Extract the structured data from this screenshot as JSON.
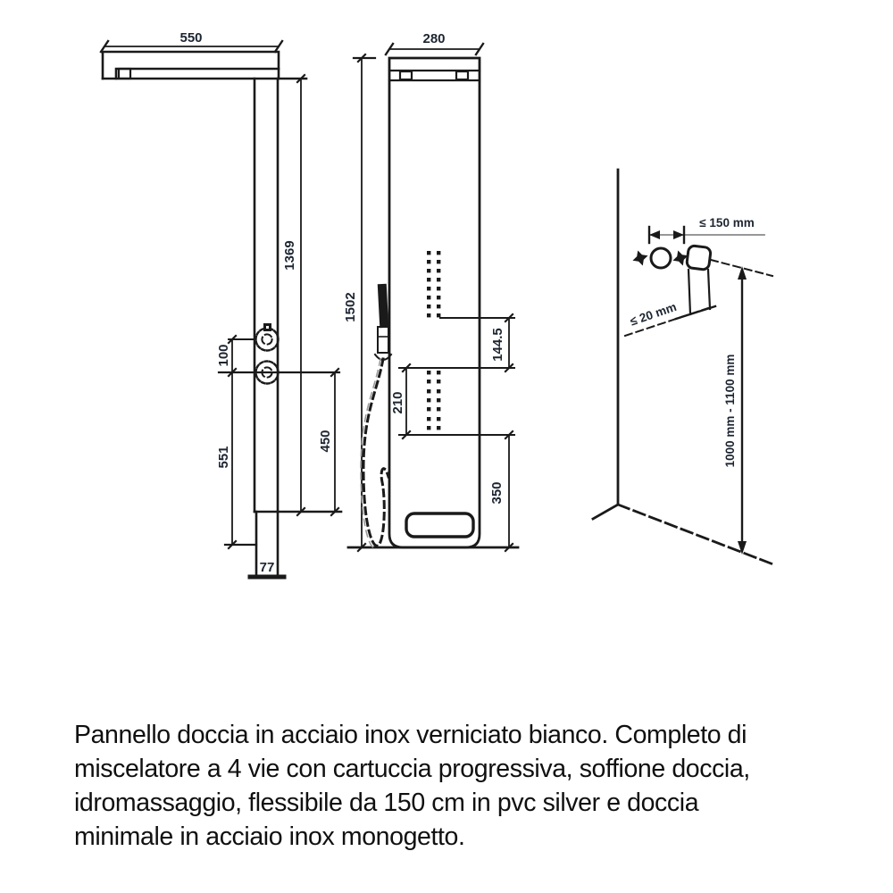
{
  "side_view": {
    "arm_width": "550",
    "panel_height": "1369",
    "knob_spacing": "100",
    "knob_to_bottom": "551",
    "mid_to_bottom": "450",
    "bottom_depth": "77"
  },
  "front_view": {
    "panel_width": "280",
    "total_height": "1502",
    "jet_gap": "144.5",
    "lower_jet_zone": "210",
    "spout_zone": "350"
  },
  "installation_view": {
    "horizontal_max": "≤ 150 mm",
    "protrusion_max": "≤ 20 mm",
    "height_range": "1000 mm - 1100 mm"
  },
  "description": {
    "lines": [
      "Pannello doccia in acciaio inox verniciato bianco. Completo di",
      "miscelatore a 4 vie con cartuccia progressiva, soffione doccia,",
      "idromassaggio, flessibile da 150 cm in pvc silver e doccia",
      "minimale in acciaio inox monogetto."
    ]
  },
  "colors": {
    "line": "#1a1a1a",
    "dimension_text": "#1d2531",
    "background": "#ffffff"
  }
}
